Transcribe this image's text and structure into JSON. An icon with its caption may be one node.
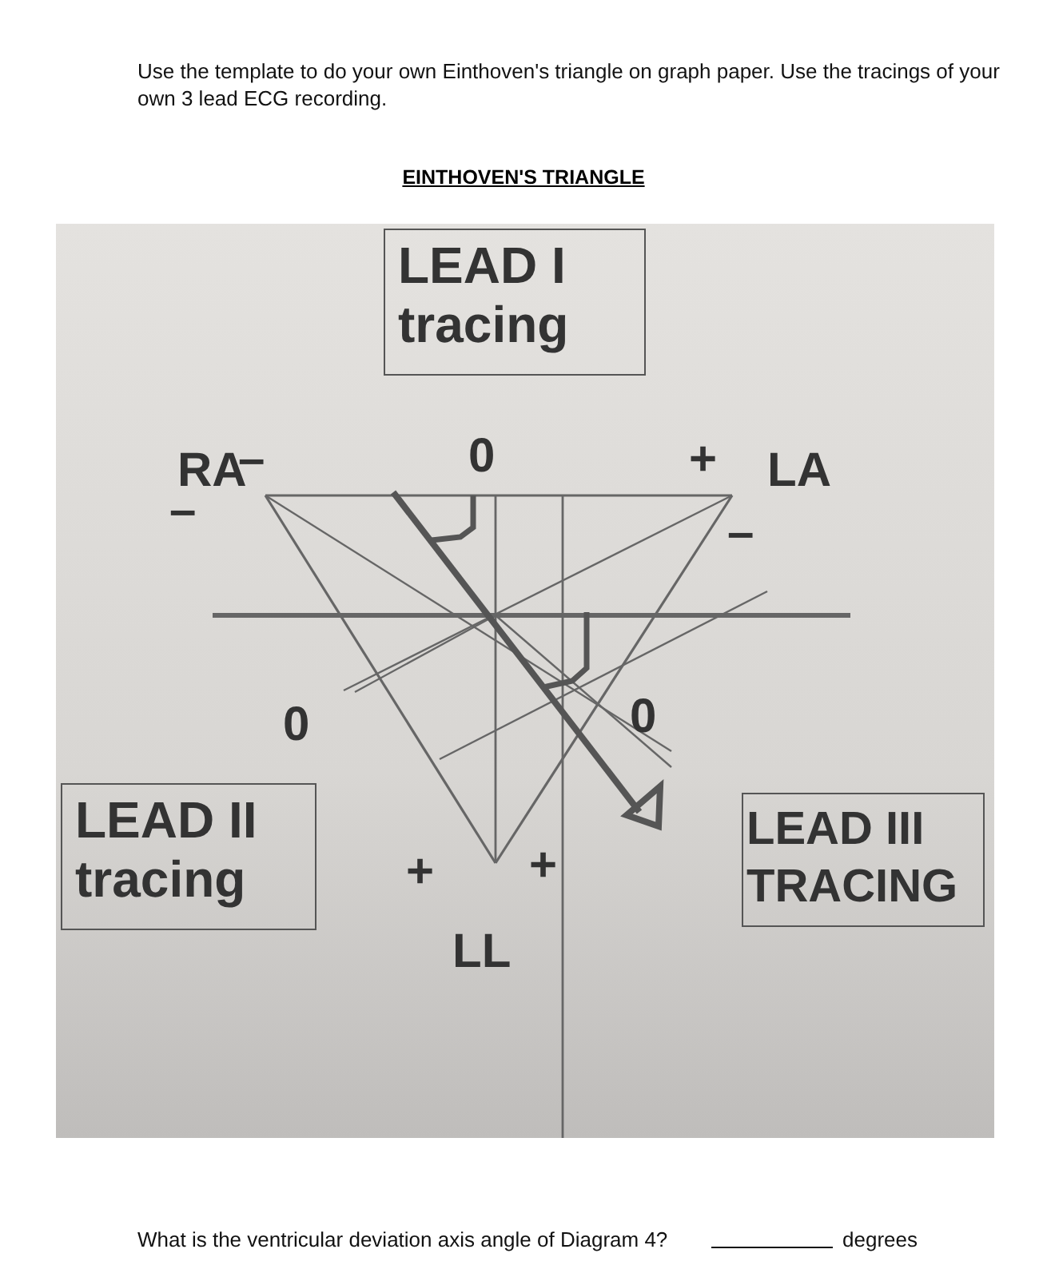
{
  "diagram": {
    "title": "EINTHOVEN'S TRIANGLE",
    "nodes": [
      {
        "text": [
          "LEAD I tracing"
        ]
      },
      {
        "text": [
          "LEAD II tracing"
        ]
      },
      {
        "text": [
          "LEAD III TRACING"
        ]
      }
    ],
    "labels": [
      "Use the template to do your own Einthoven's triangle on graph paper.  Use the tracings of your own 3 lead ECG recording.",
      "RA",
      "–",
      "–",
      "0",
      "+",
      "LA",
      "–",
      "0",
      "0",
      "+",
      "+",
      "LL",
      "What is the ventricular deviation axis angle of Diagram 4?",
      "degrees"
    ]
  }
}
